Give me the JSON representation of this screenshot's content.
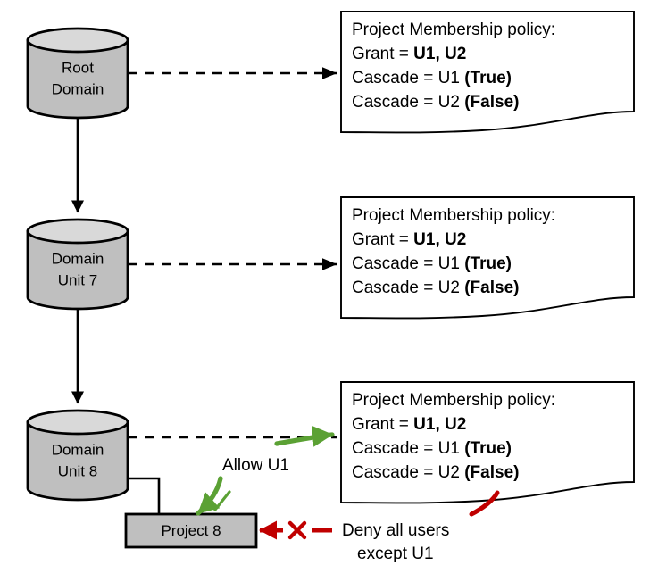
{
  "diagram": {
    "title": "Project Membership policy cascade diagram",
    "colors": {
      "cylinder_body": "#bfbfbf",
      "cylinder_top": "#d9d9d9",
      "box_fill": "#bfbfbf",
      "stroke": "#000000",
      "allow_green": "#5ba134",
      "deny_red": "#c00000",
      "note_fill": "#ffffff"
    },
    "nodes": [
      {
        "id": "root-domain",
        "label_line1": "Root",
        "label_line2": "Domain",
        "shape": "cylinder"
      },
      {
        "id": "domain-unit-7",
        "label_line1": "Domain",
        "label_line2": "Unit 7",
        "shape": "cylinder"
      },
      {
        "id": "domain-unit-8",
        "label_line1": "Domain",
        "label_line2": "Unit 8",
        "shape": "cylinder"
      },
      {
        "id": "project-8",
        "label_line1": "Project 8",
        "label_line2": "",
        "shape": "rectangle"
      }
    ],
    "notes": [
      {
        "id": "policy-note-root-domain",
        "heading": "Project Membership policy:",
        "lines": [
          {
            "prefix": "Grant = ",
            "bold": "U1, U2",
            "suffix": ""
          },
          {
            "prefix": "Cascade = U1 ",
            "bold": "(True)",
            "suffix": ""
          },
          {
            "prefix": "Cascade = U2 ",
            "bold": "(False)",
            "suffix": ""
          }
        ]
      },
      {
        "id": "policy-note-domain-unit-7",
        "heading": "Project Membership policy:",
        "lines": [
          {
            "prefix": "Grant = ",
            "bold": "U1, U2",
            "suffix": ""
          },
          {
            "prefix": "Cascade = U1 ",
            "bold": "(True)",
            "suffix": ""
          },
          {
            "prefix": "Cascade = U2 ",
            "bold": "(False)",
            "suffix": ""
          }
        ]
      },
      {
        "id": "policy-note-domain-unit-8",
        "heading": "Project Membership policy:",
        "lines": [
          {
            "prefix": "Grant = ",
            "bold": "U1, U2",
            "suffix": ""
          },
          {
            "prefix": "Cascade = U1 ",
            "bold": "(True)",
            "suffix": ""
          },
          {
            "prefix": "Cascade = U2 ",
            "bold": "(False)",
            "suffix": ""
          }
        ]
      }
    ],
    "annotations": {
      "allow_label": "Allow U1",
      "deny_label_line1": "Deny all users",
      "deny_label_line2": "except U1"
    }
  }
}
